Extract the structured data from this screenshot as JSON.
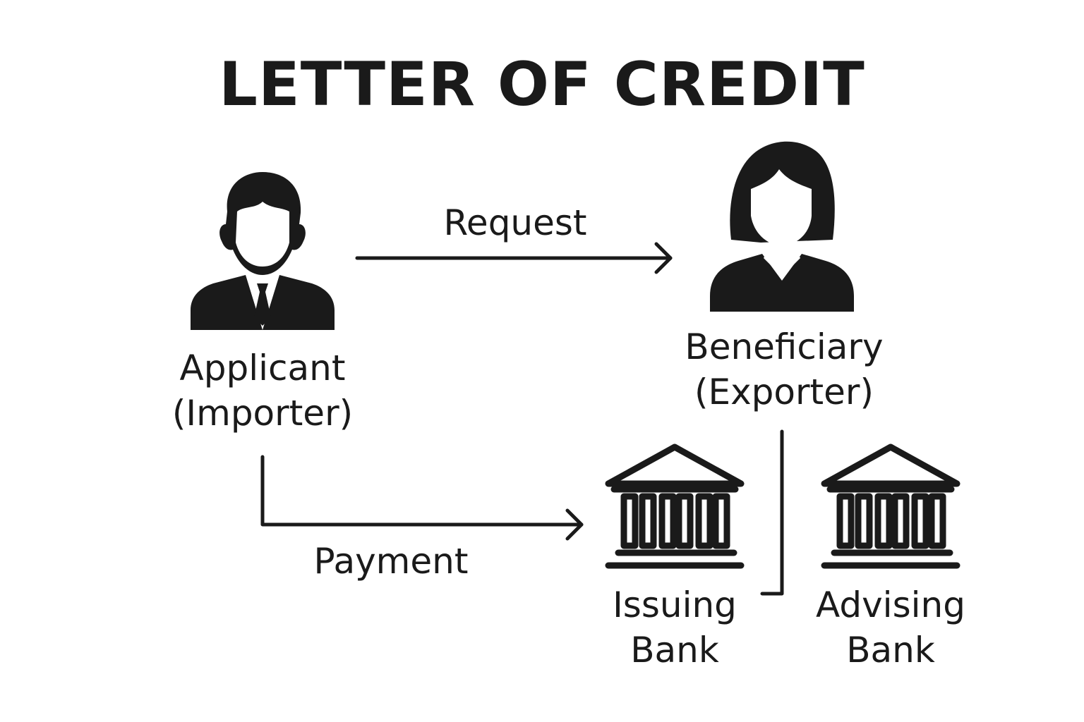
{
  "diagram": {
    "title": "LETTER OF CREDIT",
    "nodes": {
      "applicant": {
        "line1": "Applicant",
        "line2": "(Importer)",
        "icon": "businessman-icon"
      },
      "beneficiary": {
        "line1": "Beneficiary",
        "line2": "(Exporter)",
        "icon": "woman-icon"
      },
      "issuing_bank": {
        "line1": "Issuing",
        "line2": "Bank",
        "icon": "bank-icon"
      },
      "advising_bank": {
        "line1": "Advising",
        "line2": "Bank",
        "icon": "bank-icon"
      }
    },
    "edges": {
      "request": {
        "label": "Request",
        "from": "applicant",
        "to": "beneficiary"
      },
      "payment": {
        "label": "Payment",
        "from": "applicant",
        "to": "issuing_bank"
      },
      "link": {
        "from": "beneficiary",
        "to": "issuing_bank"
      }
    },
    "colors": {
      "ink": "#1a1a1a",
      "background": "#ffffff"
    }
  }
}
